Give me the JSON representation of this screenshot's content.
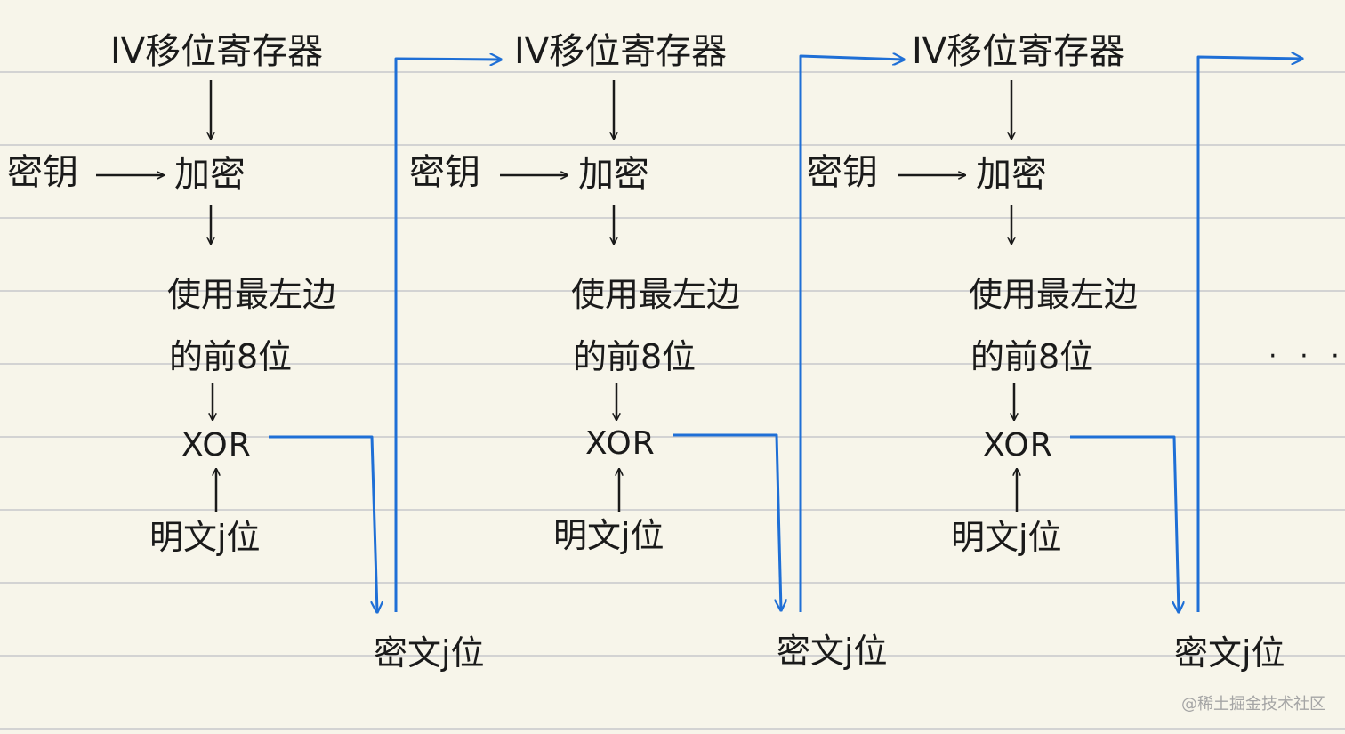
{
  "stages": [
    {
      "shift_register": "IV移位寄存器",
      "key": "密钥",
      "encrypt": "加密",
      "select_line1": "使用最左边",
      "select_line2": "的前8位",
      "xor": "XOR",
      "plaintext": "明文j位",
      "ciphertext": "密文j位"
    },
    {
      "shift_register": "IV移位寄存器",
      "key": "密钥",
      "encrypt": "加密",
      "select_line1": "使用最左边",
      "select_line2": "的前8位",
      "xor": "XOR",
      "plaintext": "明文j位",
      "ciphertext": "密文j位"
    },
    {
      "shift_register": "IV移位寄存器",
      "key": "密钥",
      "encrypt": "加密",
      "select_line1": "使用最左边",
      "select_line2": "的前8位",
      "xor": "XOR",
      "plaintext": "明文j位",
      "ciphertext": "密文j位"
    }
  ],
  "continuation": "· · ·",
  "watermark": "@稀土掘金技术社区",
  "colors": {
    "ink": "#1a1a1a",
    "feedback": "#1f6fd6",
    "paper": "#f7f5ea",
    "rule": "#d3d3d3"
  }
}
